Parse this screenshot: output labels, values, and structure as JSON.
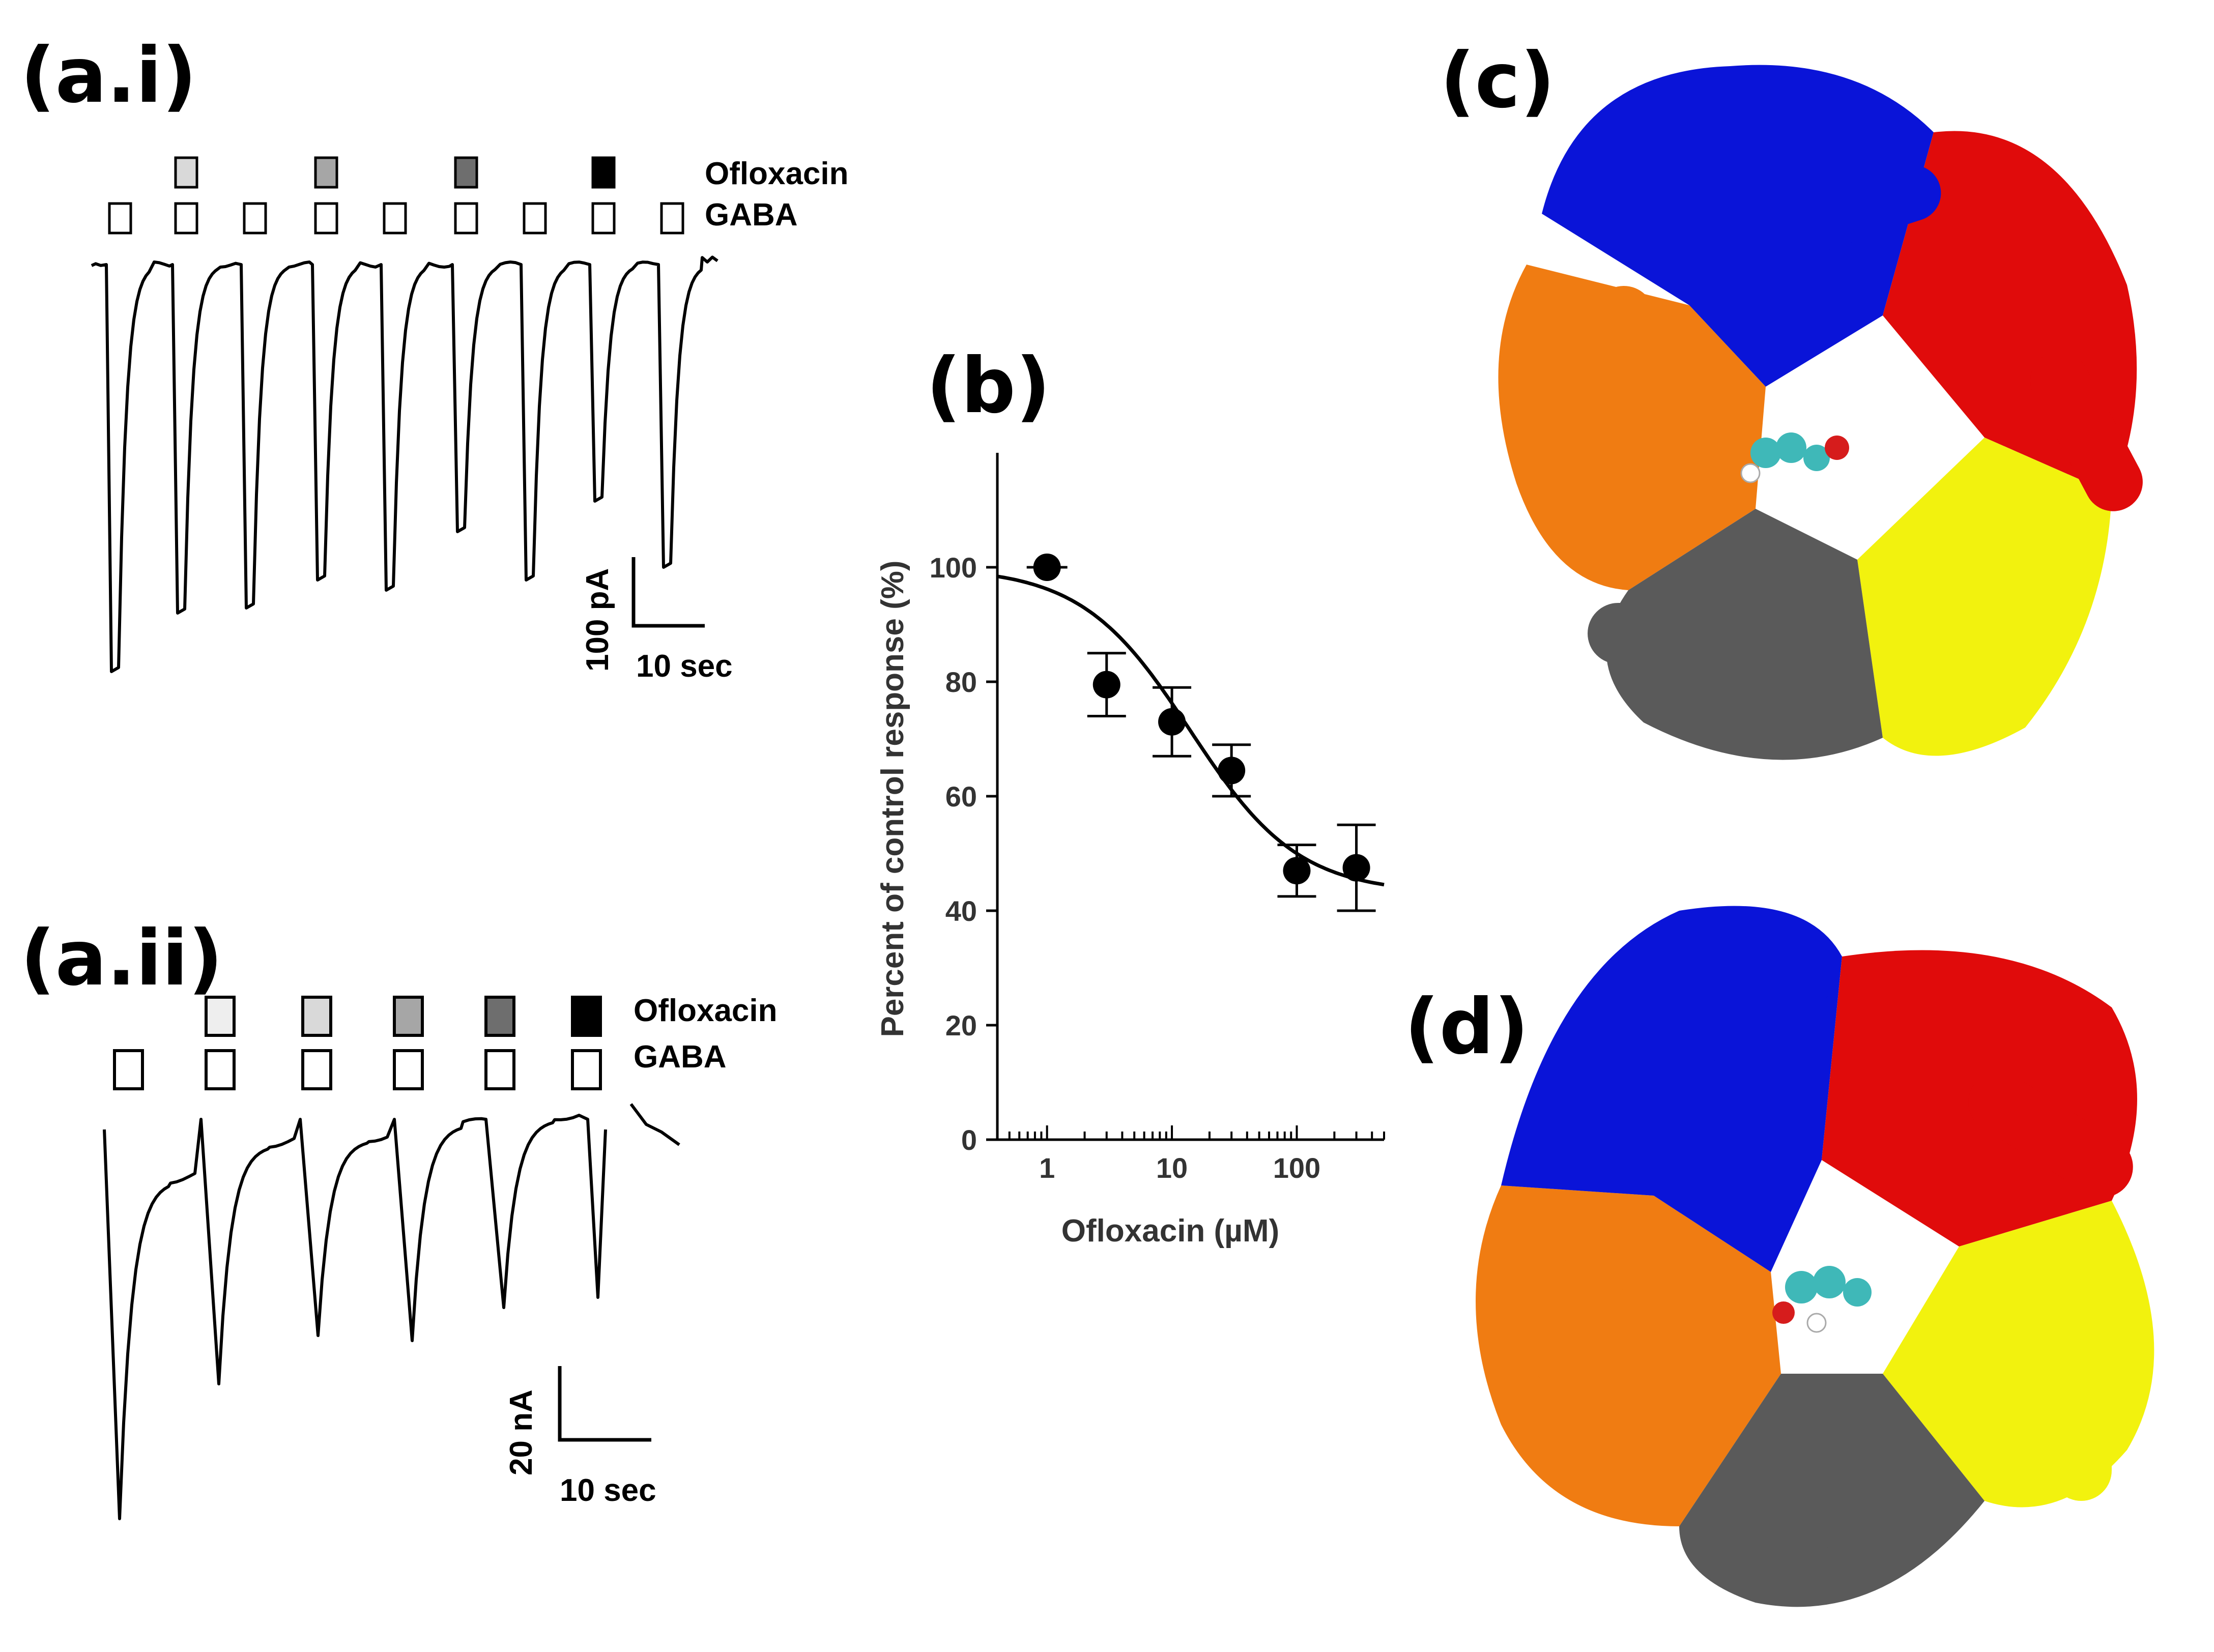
{
  "panels": {
    "ai": {
      "label": "(a.i)",
      "legend": {
        "drug": "Ofloxacin",
        "agonist": "GABA"
      },
      "drug_shades": [
        "#d9d9d9",
        "#a6a6a6",
        "#6e6e6e",
        "#000000"
      ],
      "scale_y": "100 pA",
      "scale_x": "10 sec"
    },
    "aii": {
      "label": "(a.ii)",
      "legend": {
        "drug": "Ofloxacin",
        "agonist": "GABA"
      },
      "drug_shades": [
        "#eeeeee",
        "#d9d9d9",
        "#a6a6a6",
        "#6e6e6e",
        "#000000"
      ],
      "scale_y": "20 nA",
      "scale_x": "10 sec"
    },
    "b": {
      "label": "(b)"
    },
    "c": {
      "label": "(c)"
    },
    "d": {
      "label": "(d)"
    }
  },
  "chart_data": {
    "type": "scatter",
    "xscale": "log",
    "xlabel": "Ofloxacin (µM)",
    "ylabel": "Percent of control response (%)",
    "xlim": [
      0.4,
      500
    ],
    "ylim": [
      0,
      120
    ],
    "x_ticks": [
      "1",
      "10",
      "100"
    ],
    "y_ticks": [
      "0",
      "20",
      "40",
      "60",
      "80",
      "100"
    ],
    "points": [
      {
        "x": 1,
        "y": 100,
        "err": 0
      },
      {
        "x": 3,
        "y": 79.5,
        "err": 5.5
      },
      {
        "x": 10,
        "y": 73,
        "err": 6
      },
      {
        "x": 30,
        "y": 64.5,
        "err": 4.5
      },
      {
        "x": 100,
        "y": 47,
        "err": 4.5
      },
      {
        "x": 300,
        "y": 47.5,
        "err": 7.5
      }
    ],
    "fit": {
      "top": 100,
      "bottom": 43,
      "ic50": 14,
      "hill": 1
    }
  },
  "structure_colors": {
    "blue": "#0a14d8",
    "red": "#e00b0b",
    "yellow": "#f2f20e",
    "gray": "#5a5a5a",
    "orange": "#f07c12",
    "ligand": "#3fb8b8"
  }
}
